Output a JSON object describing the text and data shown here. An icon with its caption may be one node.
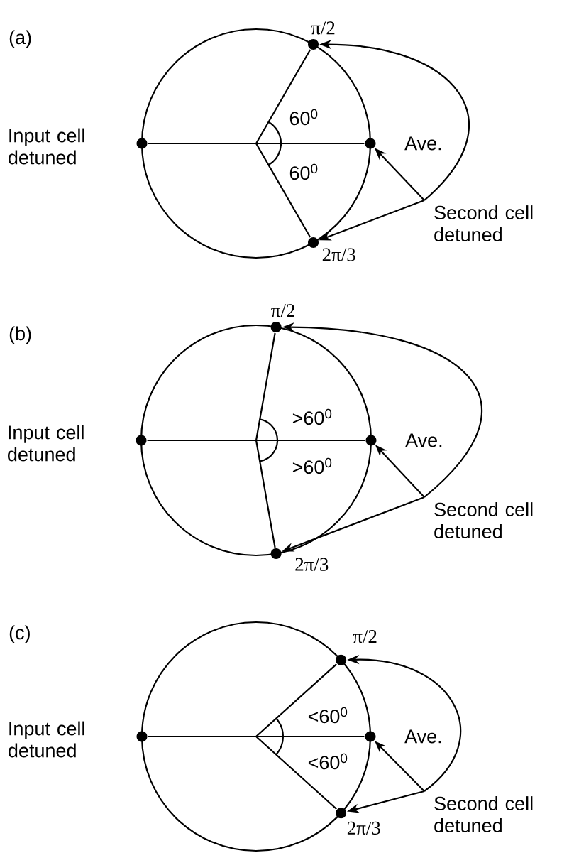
{
  "diagram": {
    "nodes": [
      {
        "text": [],
        "shape": "circle",
        "beside": [
          "π/2"
        ]
      },
      {
        "text": [],
        "shape": "circle",
        "beside": [
          "Input cell detuned"
        ]
      },
      {
        "text": [],
        "shape": "circle",
        "beside": [
          "Ave."
        ]
      },
      {
        "text": [
          "Second cell detuned"
        ]
      },
      {
        "text": [],
        "shape": "circle",
        "beside": [
          "2π/3"
        ]
      },
      {
        "text": [],
        "shape": "circle",
        "beside": [
          "π/2"
        ]
      },
      {
        "text": [],
        "shape": "circle",
        "beside": [
          "Input cell detuned"
        ]
      },
      {
        "text": [],
        "shape": "circle",
        "beside": [
          "Ave."
        ]
      },
      {
        "text": [
          "Second cell detuned"
        ]
      },
      {
        "text": [],
        "shape": "circle",
        "beside": [
          "2π/3"
        ]
      },
      {
        "text": [],
        "shape": "circle",
        "beside": [
          "π/2"
        ]
      },
      {
        "text": [],
        "shape": "circle",
        "beside": [
          "Input cell detuned"
        ]
      },
      {
        "text": [],
        "shape": "circle",
        "beside": [
          "Ave."
        ]
      },
      {
        "text": [
          "Second cell detuned"
        ]
      },
      {
        "text": [],
        "shape": "circle",
        "beside": [
          "2π/3"
        ]
      }
    ],
    "edges": [
      {
        "from": 3,
        "to": 0,
        "arrow": "to"
      },
      {
        "from": 1,
        "to": 2,
        "arrow": "none"
      },
      {
        "from": 3,
        "to": 2,
        "arrow": "to"
      },
      {
        "from": 3,
        "to": 4,
        "arrow": "to"
      },
      {
        "from": 0,
        "to": 4,
        "arrow": "none"
      },
      {
        "from": 8,
        "to": 5,
        "arrow": "to"
      },
      {
        "from": 6,
        "to": 7,
        "arrow": "none"
      },
      {
        "from": 8,
        "to": 7,
        "arrow": "to"
      },
      {
        "from": 8,
        "to": 9,
        "arrow": "to"
      },
      {
        "from": 5,
        "to": 9,
        "arrow": "none"
      },
      {
        "from": 13,
        "to": 10,
        "arrow": "to"
      },
      {
        "from": 11,
        "to": 12,
        "arrow": "none"
      },
      {
        "from": 13,
        "to": 12,
        "arrow": "to"
      },
      {
        "from": 13,
        "to": 14,
        "arrow": "to"
      },
      {
        "from": 10,
        "to": 14,
        "arrow": "none"
      }
    ],
    "labels": [
      "(a)",
      "60$^{0}$",
      "60$^{0}$",
      "(b)",
      ">60$^{0}$",
      ">60$^{0}$",
      "(c)",
      "<60$^{0}$",
      "<60$^{0}$"
    ]
  }
}
